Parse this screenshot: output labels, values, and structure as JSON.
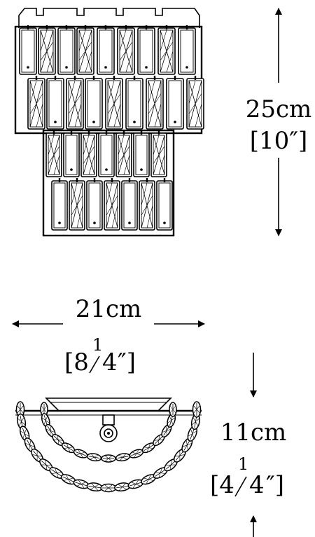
{
  "height_dimension": {
    "metric": "25cm",
    "imperial": "[10″]"
  },
  "width_dimension": {
    "metric": "21cm",
    "imperial_open": "[8",
    "imperial_num": "1",
    "imperial_den": "4",
    "imperial_close": "″]"
  },
  "depth_dimension": {
    "metric": "11cm",
    "imperial_open": "[4",
    "imperial_num": "1",
    "imperial_den": "4",
    "imperial_close": "″]"
  }
}
